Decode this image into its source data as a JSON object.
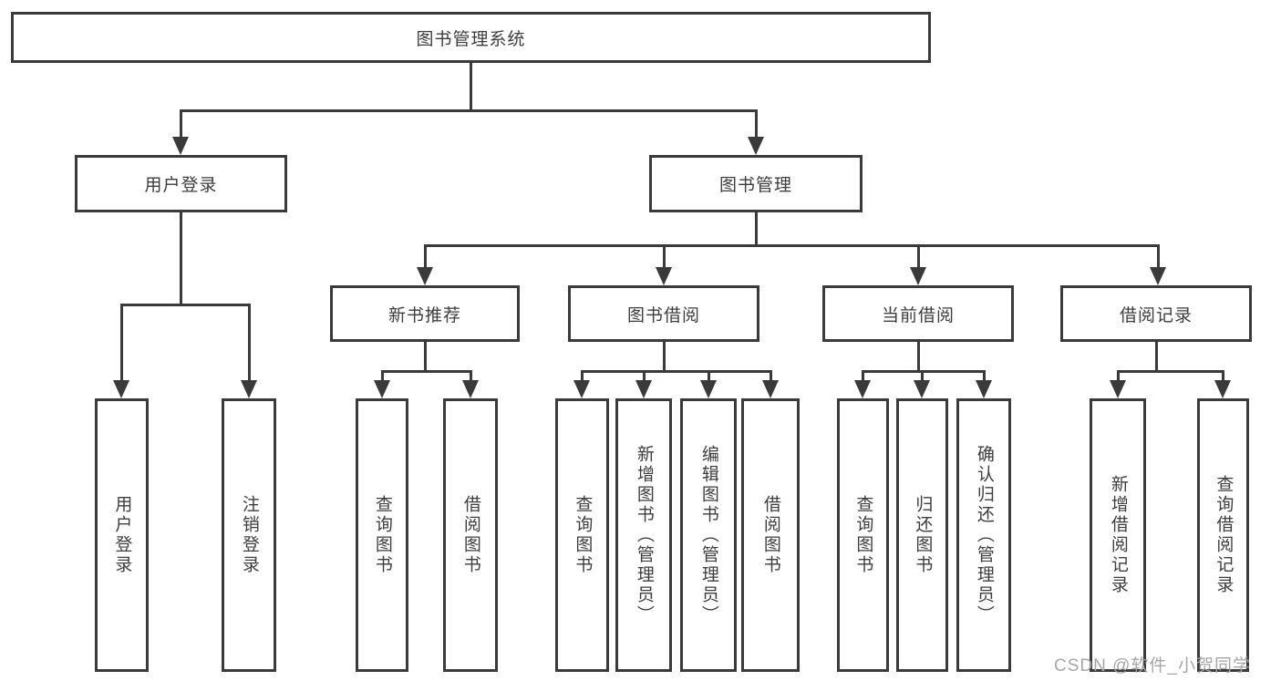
{
  "colors": {
    "line": "#3a3a3a",
    "box_border": "#3a3a3a",
    "text": "#3d3d3d",
    "background": "#ffffff",
    "watermark": "#a6a6a6"
  },
  "watermark": {
    "text": "CSDN @软件_小贺同学"
  },
  "tree": {
    "root": {
      "label": "图书管理系统"
    },
    "branches": [
      {
        "label": "用户登录",
        "children": [
          {
            "label": "用户登录"
          },
          {
            "label": "注销登录"
          }
        ]
      },
      {
        "label": "图书管理",
        "children": [
          {
            "label": "新书推荐",
            "children": [
              {
                "label": "查询图书"
              },
              {
                "label": "借阅图书"
              }
            ]
          },
          {
            "label": "图书借阅",
            "children": [
              {
                "label": "查询图书"
              },
              {
                "label": "新增图书（管理员）"
              },
              {
                "label": "编辑图书（管理员）"
              },
              {
                "label": "借阅图书"
              }
            ]
          },
          {
            "label": "当前借阅",
            "children": [
              {
                "label": "查询图书"
              },
              {
                "label": "归还图书"
              },
              {
                "label": "确认归还（管理员）"
              }
            ]
          },
          {
            "label": "借阅记录",
            "children": [
              {
                "label": "新增借阅记录"
              },
              {
                "label": "查询借阅记录"
              }
            ]
          }
        ]
      }
    ]
  }
}
